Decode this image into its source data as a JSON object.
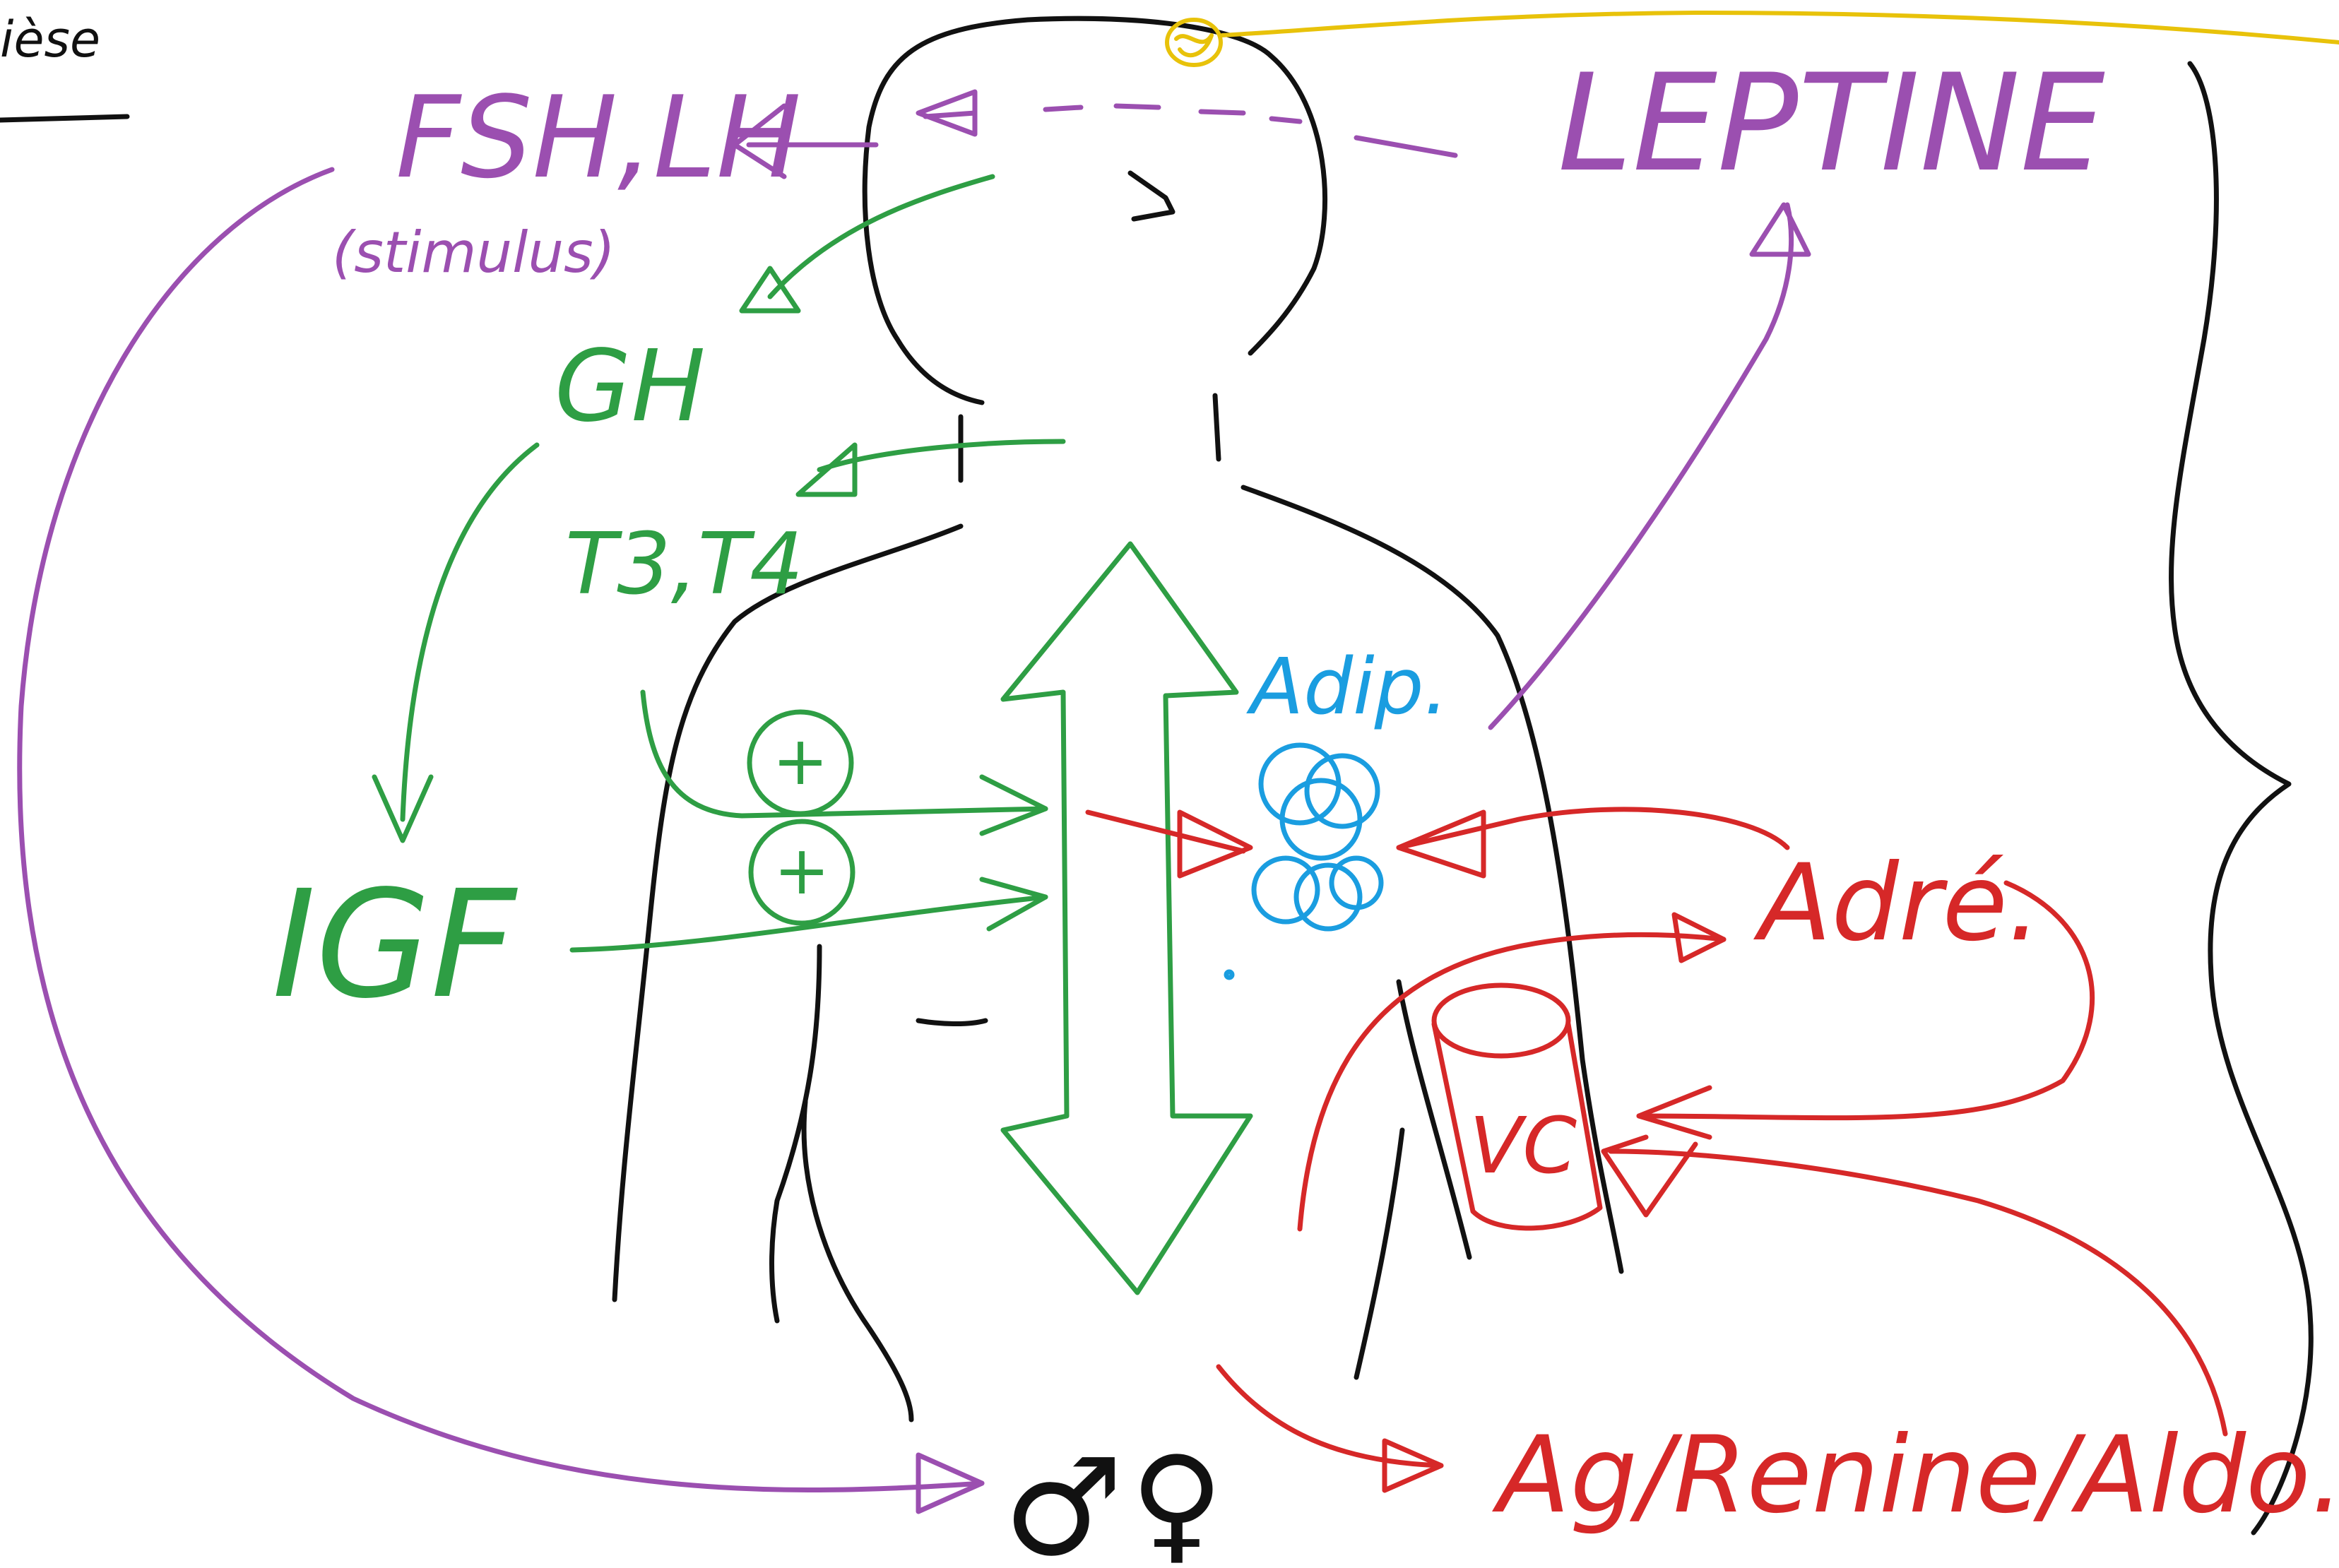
{
  "colors": {
    "black": "#111111",
    "purple": "#9b4fb0",
    "green": "#2e9e44",
    "red": "#d62828",
    "blue": "#1a9de0",
    "yellow": "#e8c20a"
  },
  "labels": {
    "corner": "ièse",
    "fsh_lh": "FSH,LH",
    "stimulus": "(stimulus)",
    "leptine": "LEPTINE",
    "gh": "GH",
    "t3_t4": "T3,T4",
    "igf": "IGF",
    "plus_1": "+",
    "plus_2": "+",
    "adip": "Adip.",
    "adre": "Adré.",
    "vc": "VC",
    "ag_renine_aldo": "Ag/Renine/Aldo.",
    "male_symbol": "♂",
    "female_symbol": "♀"
  }
}
